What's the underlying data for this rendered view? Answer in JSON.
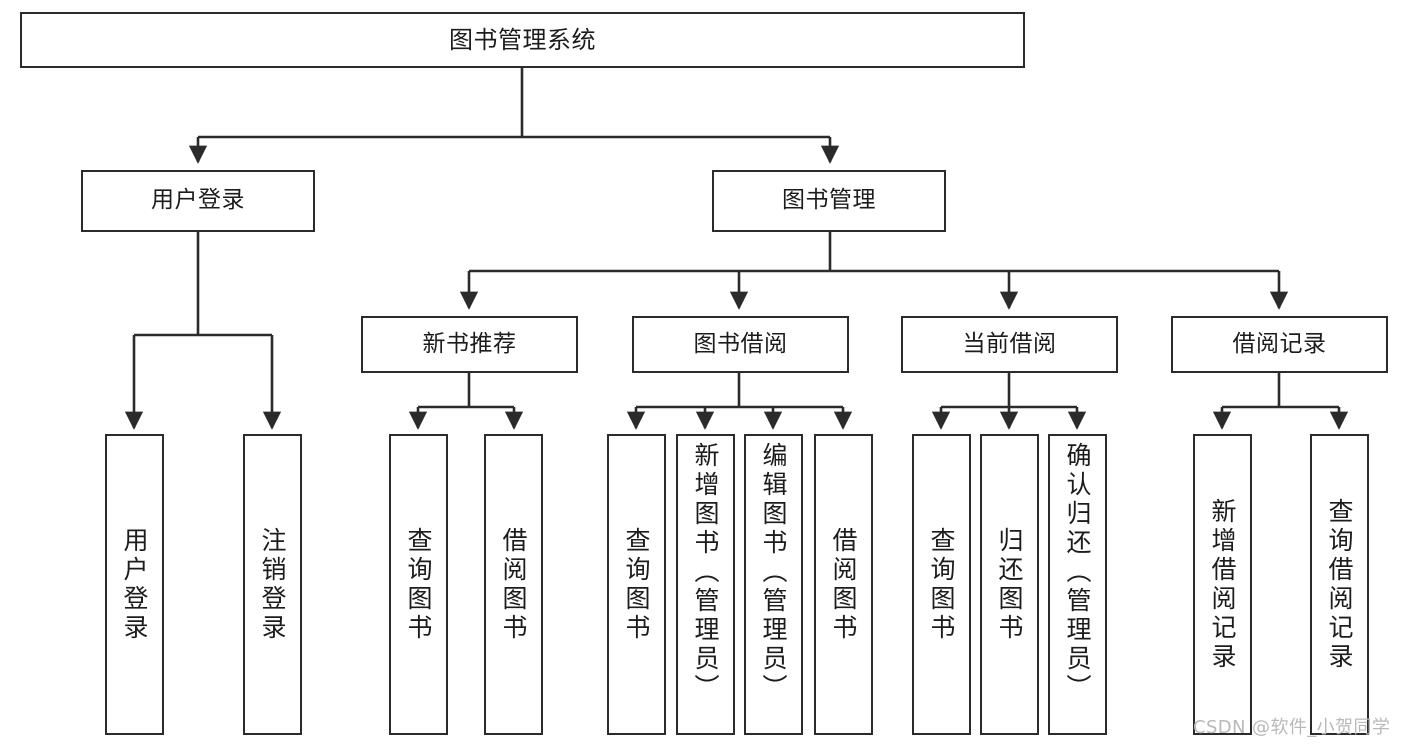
{
  "diagram": {
    "title": "图书管理系统",
    "type": "hierarchy-tree",
    "watermark": "CSDN @软件_小贺同学",
    "colors": {
      "stroke": "#2b2b2b",
      "fill": "#ffffff",
      "text": "#1c1c1c",
      "watermark": "#b9b9b9"
    },
    "nodes": {
      "root": {
        "label": "图书管理系统"
      },
      "level2": [
        {
          "id": "user-login",
          "label": "用户登录"
        },
        {
          "id": "book-manage",
          "label": "图书管理"
        }
      ],
      "level3": [
        {
          "id": "new-book-recommend",
          "label": "新书推荐"
        },
        {
          "id": "book-borrow",
          "label": "图书借阅"
        },
        {
          "id": "current-borrow",
          "label": "当前借阅"
        },
        {
          "id": "borrow-record",
          "label": "借阅记录"
        }
      ],
      "leaves": [
        {
          "id": "leaf-user-login",
          "label": "用户登录",
          "parent": "user-login"
        },
        {
          "id": "leaf-logout",
          "label": "注销登录",
          "parent": "user-login"
        },
        {
          "id": "leaf-query-book-1",
          "label": "查询图书",
          "parent": "new-book-recommend"
        },
        {
          "id": "leaf-borrow-book-1",
          "label": "借阅图书",
          "parent": "new-book-recommend"
        },
        {
          "id": "leaf-query-book-2",
          "label": "查询图书",
          "parent": "book-borrow"
        },
        {
          "id": "leaf-add-book",
          "label": "新增图书（管理员）",
          "parent": "book-borrow"
        },
        {
          "id": "leaf-edit-book",
          "label": "编辑图书（管理员）",
          "parent": "book-borrow"
        },
        {
          "id": "leaf-borrow-book-2",
          "label": "借阅图书",
          "parent": "book-borrow"
        },
        {
          "id": "leaf-query-book-3",
          "label": "查询图书",
          "parent": "current-borrow"
        },
        {
          "id": "leaf-return-book",
          "label": "归还图书",
          "parent": "current-borrow"
        },
        {
          "id": "leaf-confirm-return",
          "label": "确认归还（管理员）",
          "parent": "current-borrow"
        },
        {
          "id": "leaf-add-record",
          "label": "新增借阅记录",
          "parent": "borrow-record"
        },
        {
          "id": "leaf-query-record",
          "label": "查询借阅记录",
          "parent": "borrow-record"
        }
      ]
    }
  }
}
